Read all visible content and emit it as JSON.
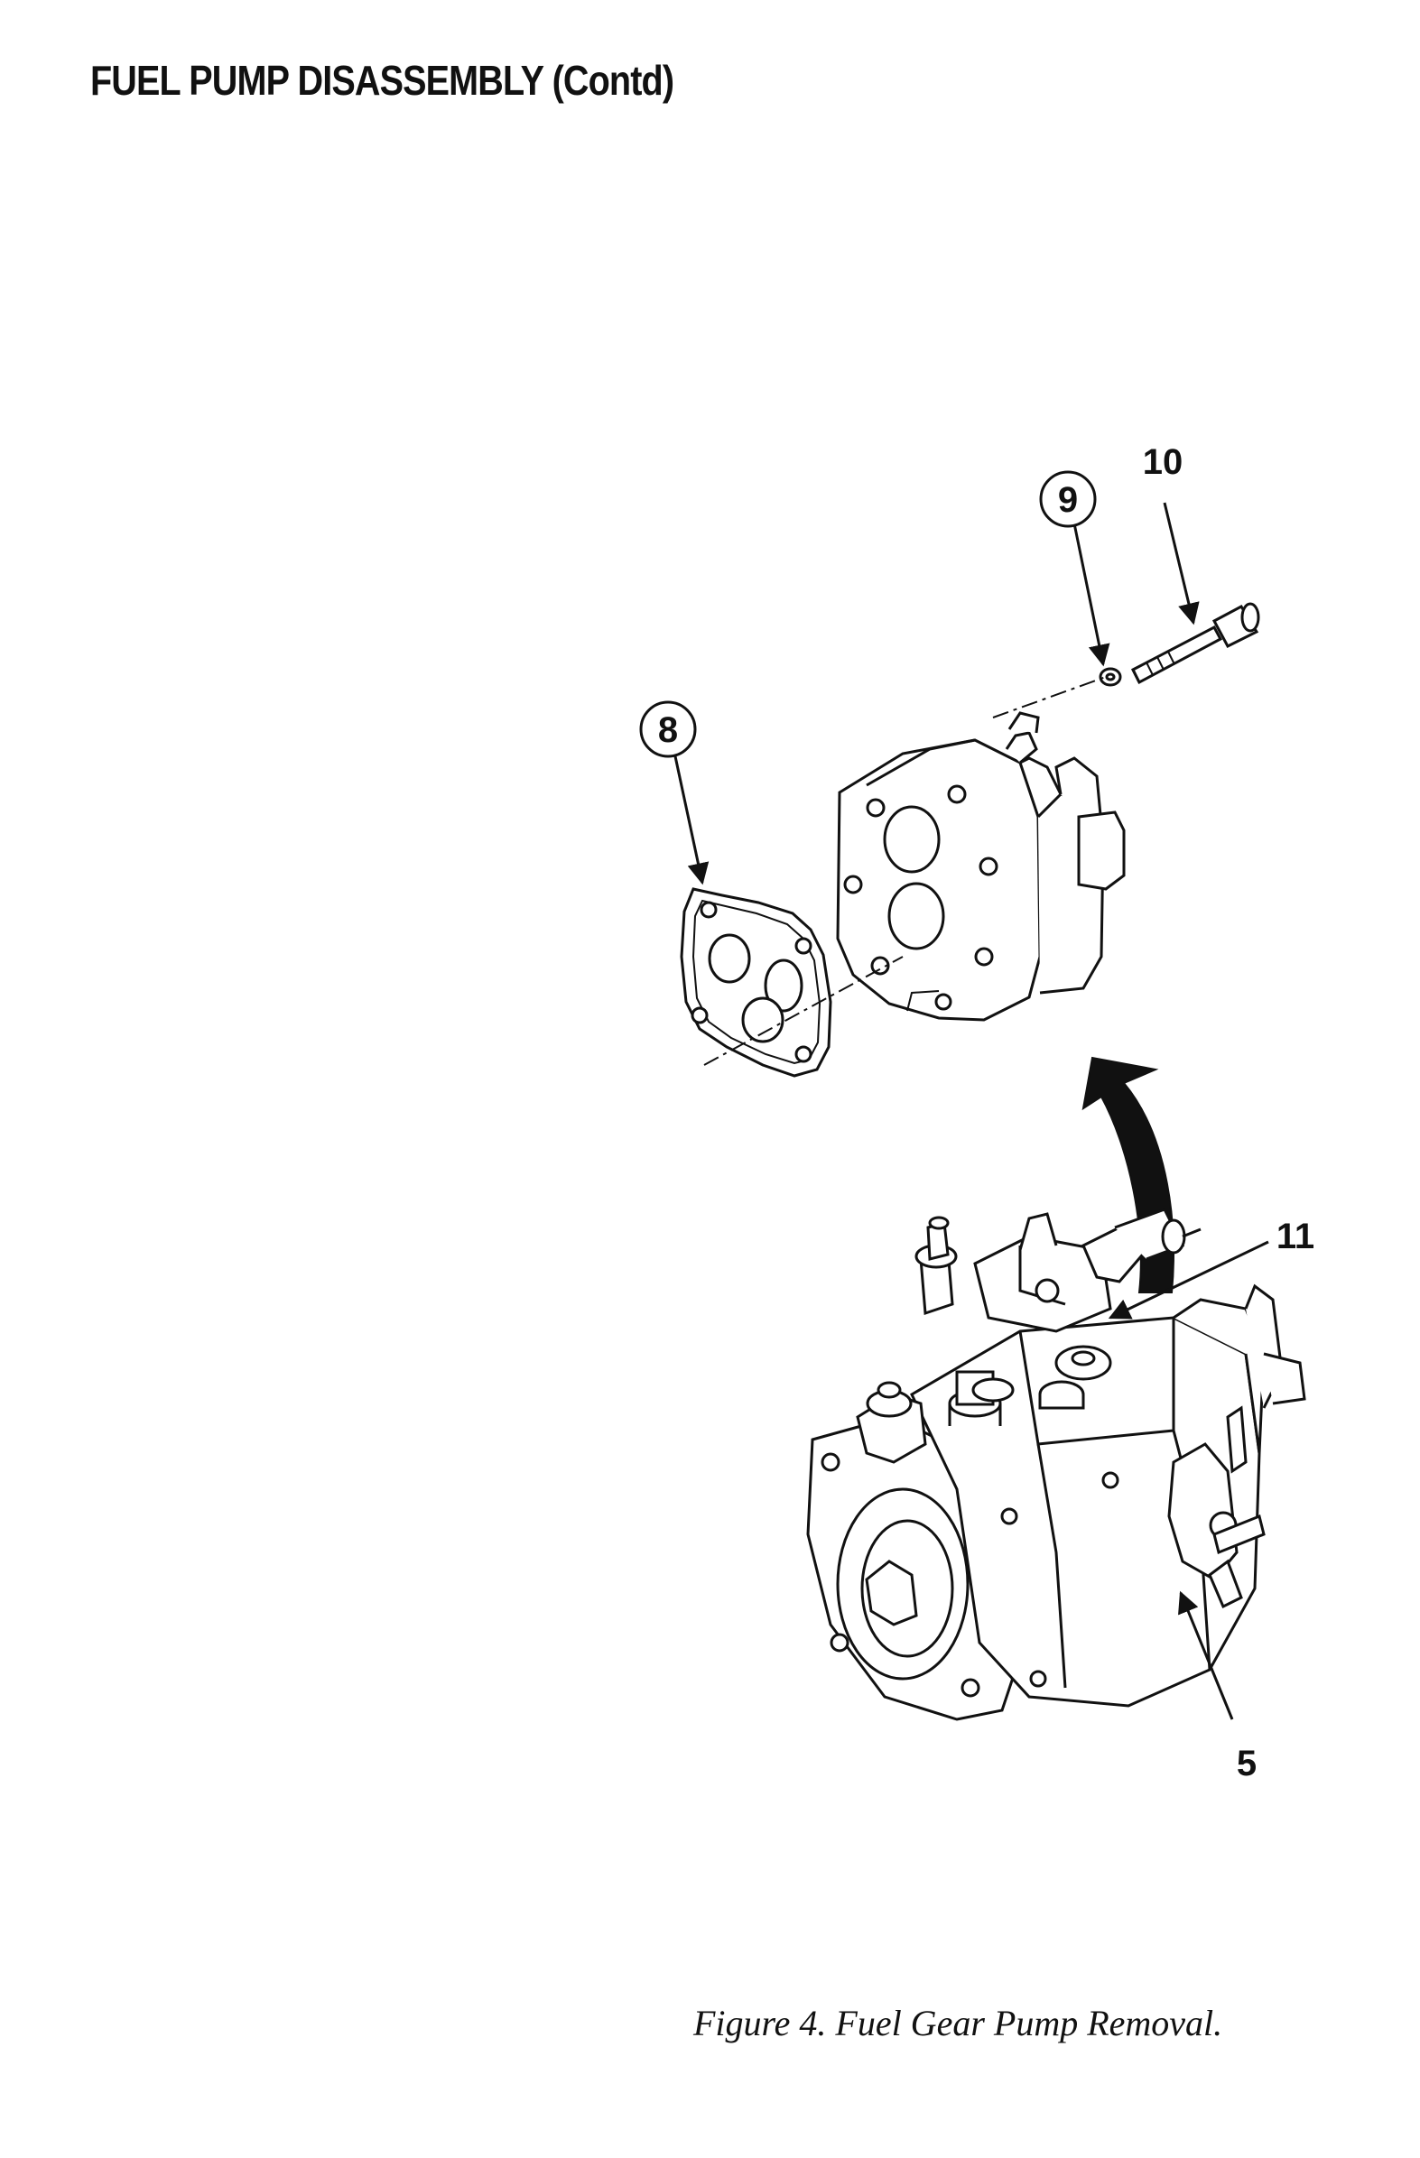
{
  "header": {
    "title": "FUEL PUMP DISASSEMBLY (Contd)"
  },
  "figure": {
    "callouts": {
      "c8": "8",
      "c9": "9",
      "c10": "10",
      "c11": "11",
      "c5": "5"
    },
    "caption": "Figure 4. Fuel Gear Pump Removal."
  }
}
